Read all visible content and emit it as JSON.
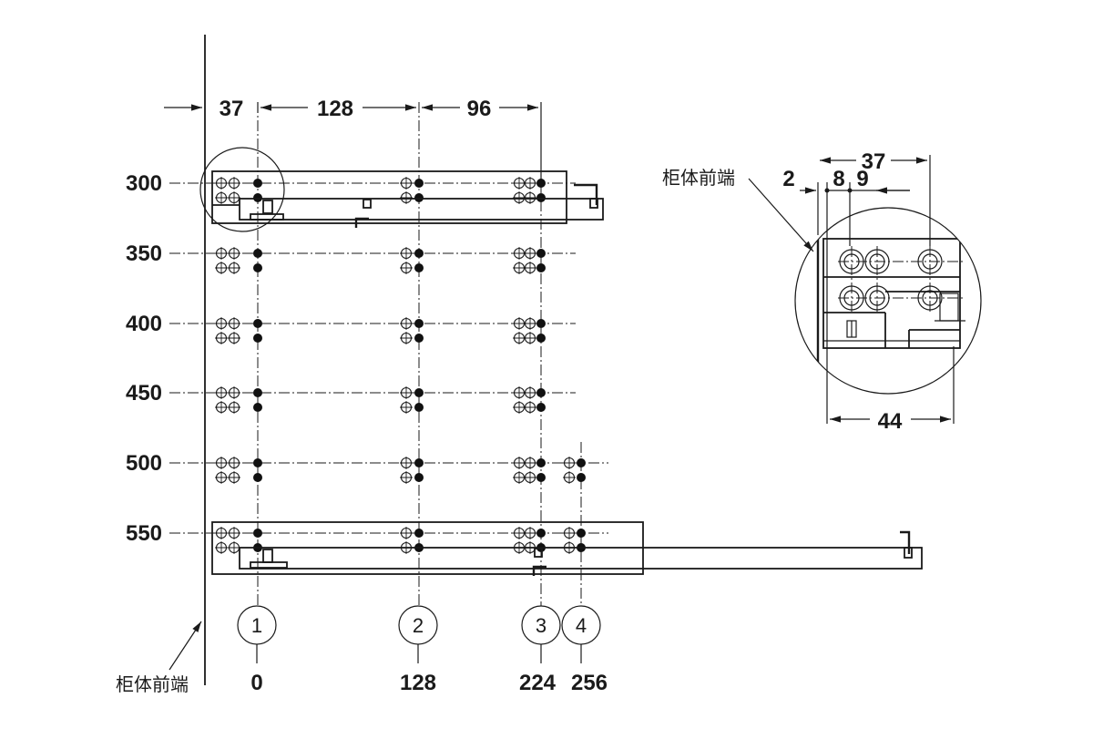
{
  "top_dims": [
    "37",
    "128",
    "96"
  ],
  "heights": [
    "300",
    "350",
    "400",
    "450",
    "500",
    "550"
  ],
  "positions": [
    {
      "marker": "1",
      "value": "0"
    },
    {
      "marker": "2",
      "value": "128"
    },
    {
      "marker": "3",
      "value": "224"
    },
    {
      "marker": "4",
      "value": "256"
    }
  ],
  "cabinet_front_label": "柜体前端",
  "detail": {
    "label": "柜体前端",
    "dim_37": "37",
    "dim_2": "2",
    "dim_8": "8",
    "dim_9": "9",
    "dim_44": "44"
  }
}
